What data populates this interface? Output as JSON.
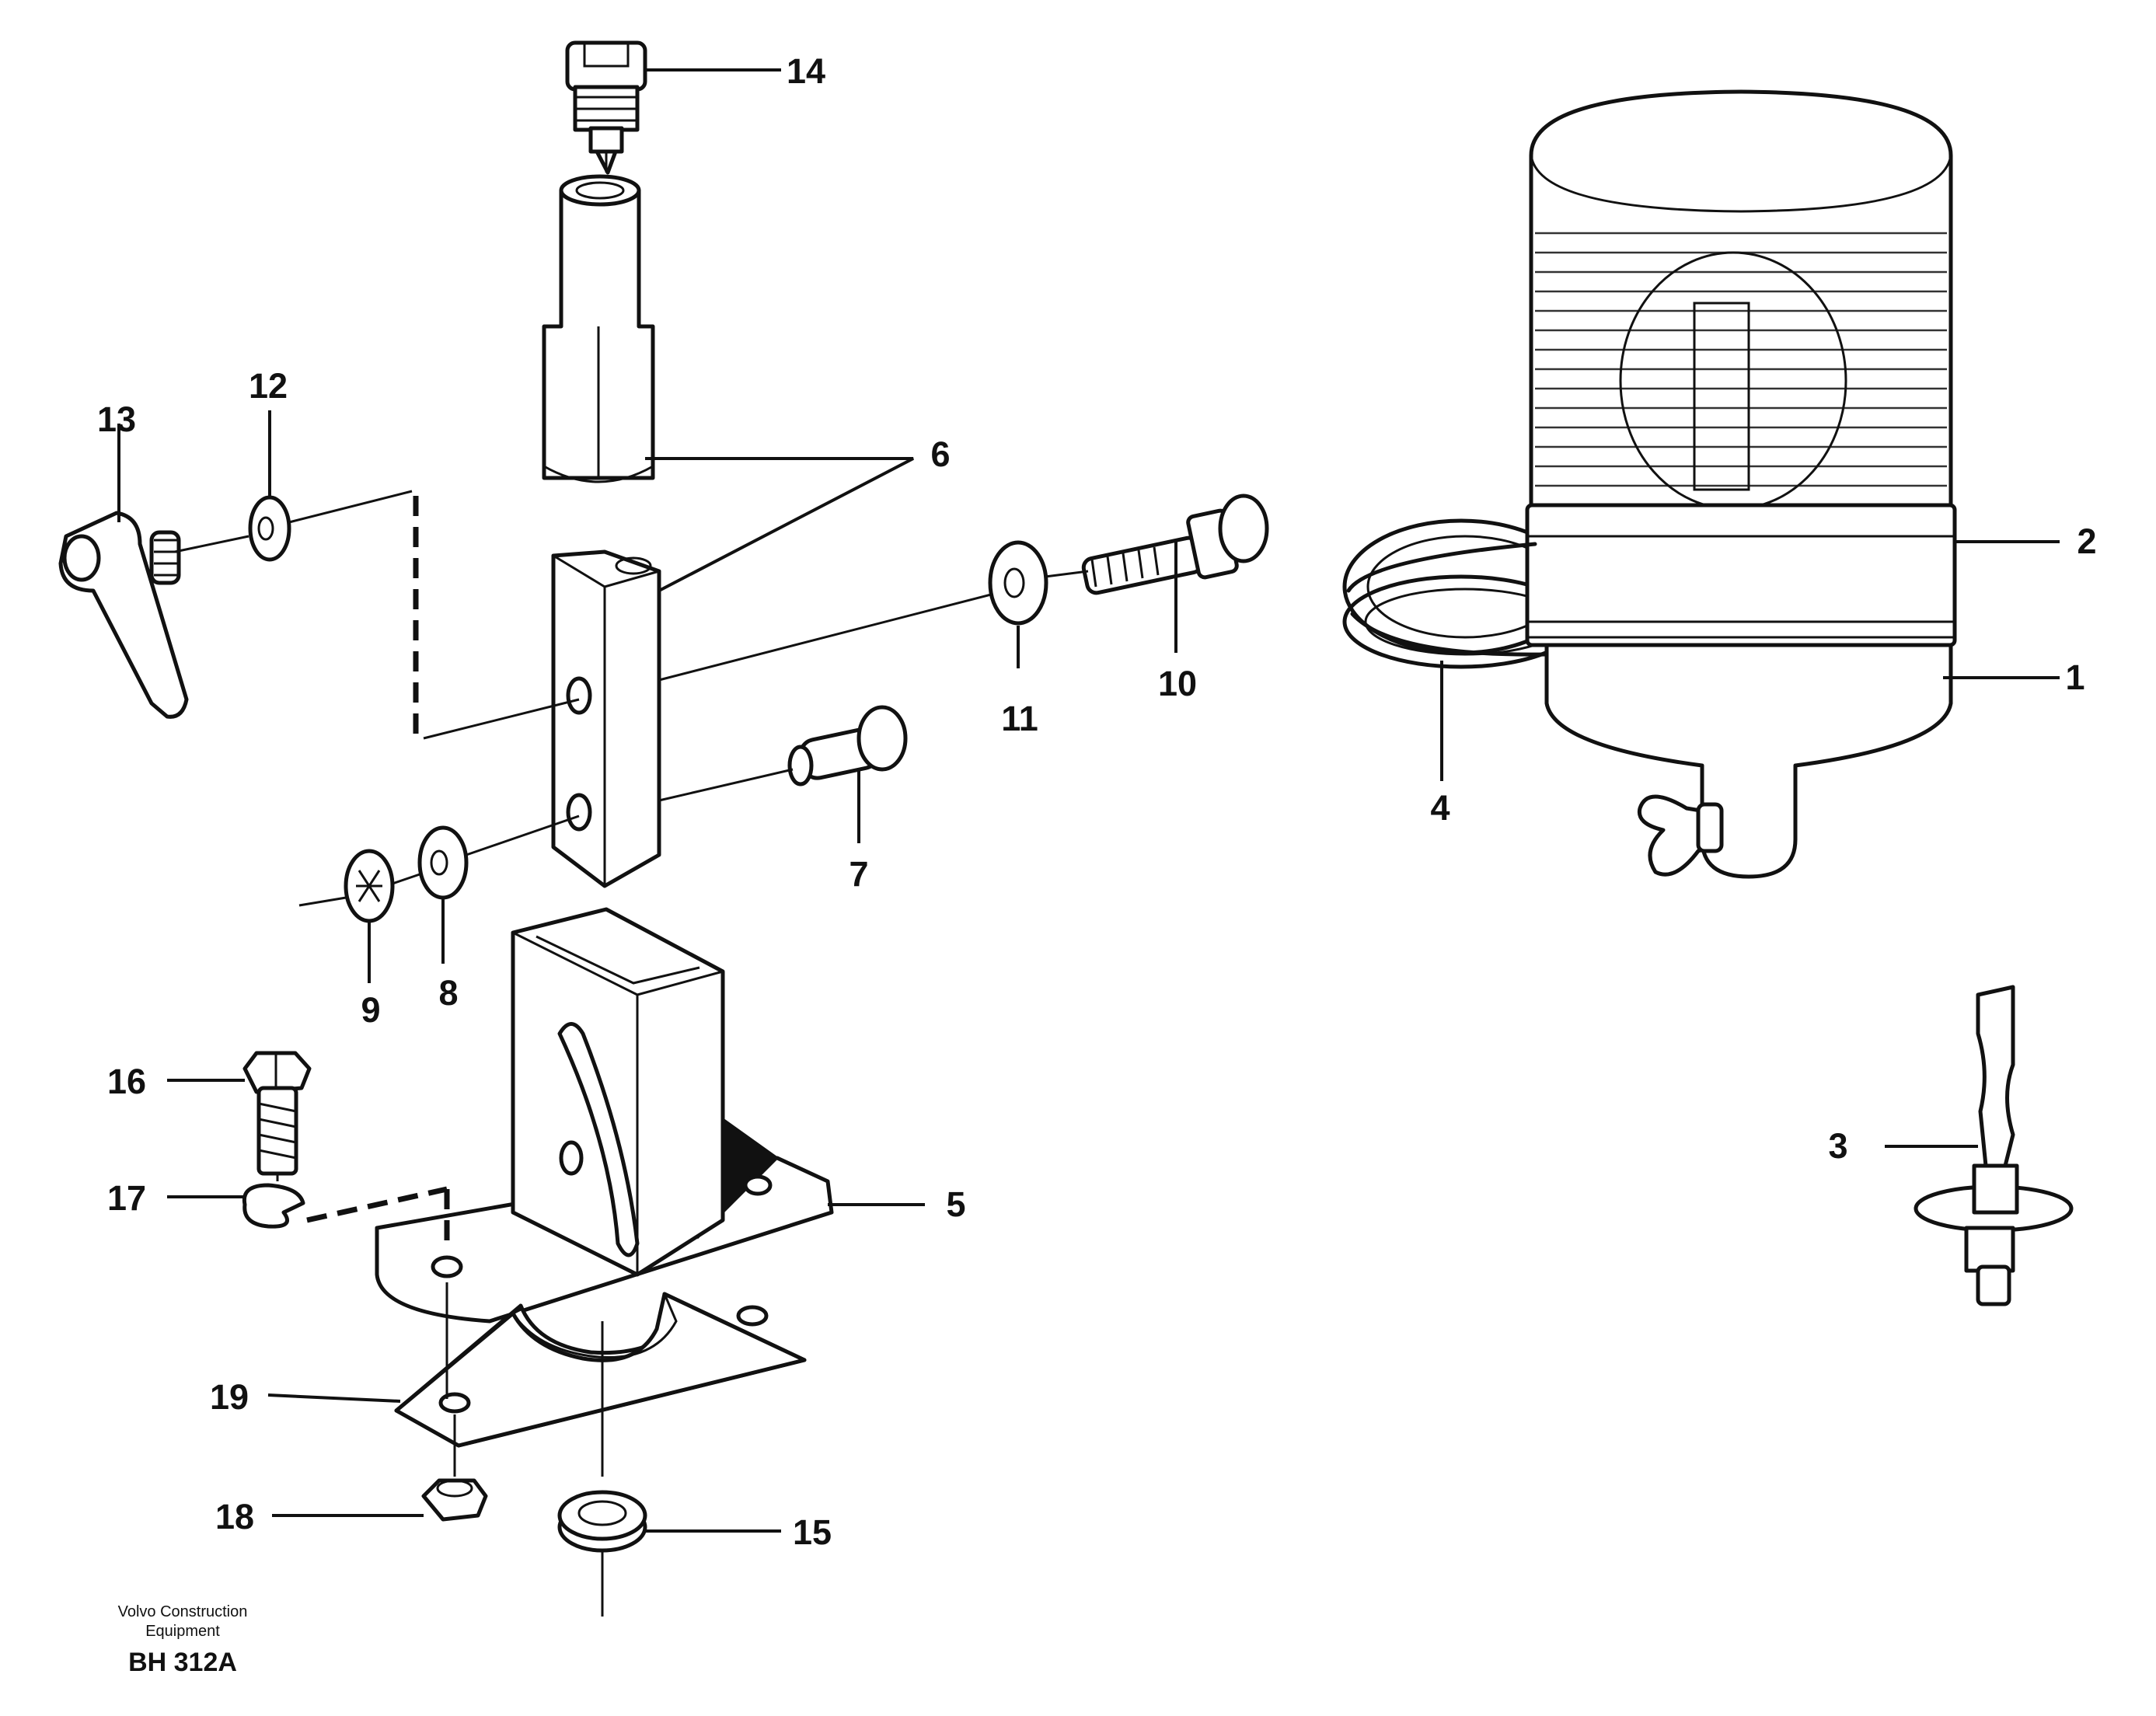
{
  "callouts": {
    "n1": "1",
    "n2": "2",
    "n3": "3",
    "n4": "4",
    "n5": "5",
    "n6": "6",
    "n7": "7",
    "n8": "8",
    "n9": "9",
    "n10": "10",
    "n11": "11",
    "n12": "12",
    "n13": "13",
    "n14": "14",
    "n15": "15",
    "n16": "16",
    "n17": "17",
    "n18": "18",
    "n19": "19"
  },
  "footer": {
    "company_line1": "Volvo Construction",
    "company_line2": "Equipment",
    "drawing_code": "BH 312A"
  },
  "colors": {
    "ink": "#111111",
    "paper": "#ffffff"
  }
}
